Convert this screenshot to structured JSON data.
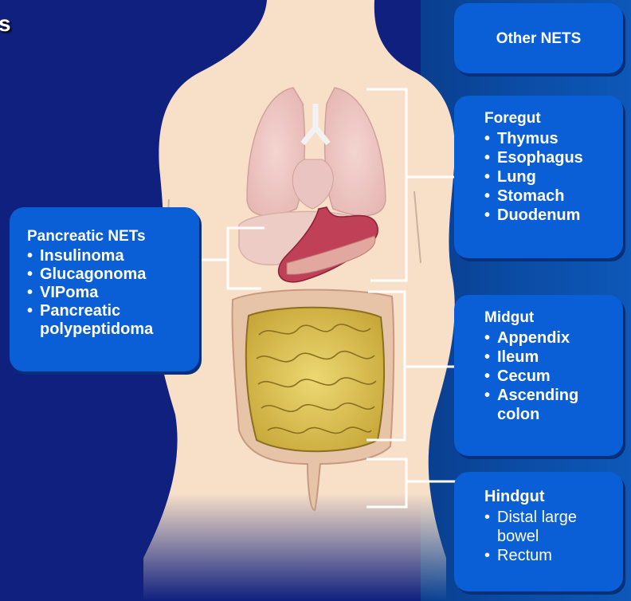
{
  "title_fragment": "s",
  "other_nets": {
    "heading": "Other NETS"
  },
  "foregut": {
    "heading": "Foregut",
    "items": [
      "Thymus",
      "Esophagus",
      "Lung",
      "Stomach",
      "Duodenum"
    ]
  },
  "midgut": {
    "heading": "Midgut",
    "items": [
      "Appendix",
      "Ileum",
      "Cecum",
      "Ascending colon"
    ]
  },
  "hindgut": {
    "heading": "Hindgut",
    "items": [
      "Distal large bowel",
      "Rectum"
    ]
  },
  "pancreatic": {
    "heading": "Pancreatic NETs",
    "items": [
      "Insulinoma",
      "Glucagonoma",
      "VIPoma",
      "Pancreatic polypeptidoma"
    ]
  },
  "colors": {
    "background": "#10207e",
    "panel": "#0a4aa2",
    "box": "#0a5fd6",
    "skin": "#f8e0c8",
    "intestine": "#d8c04a",
    "stomach": "#c04058"
  }
}
